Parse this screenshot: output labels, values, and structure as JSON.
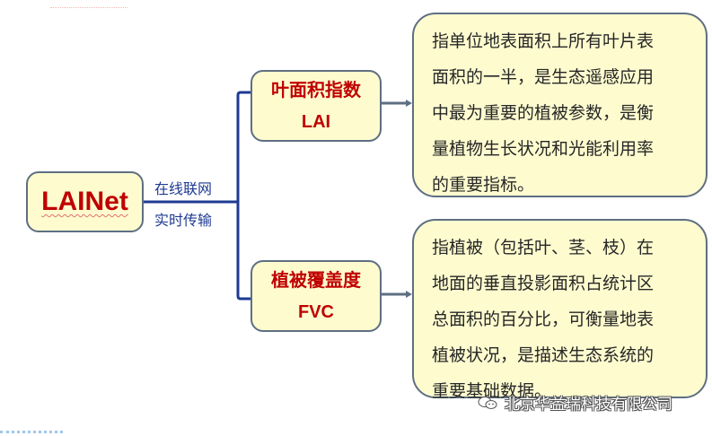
{
  "root": {
    "label": "LAINet"
  },
  "connector": {
    "label_top": "在线联网",
    "label_bottom": "实时传输"
  },
  "branches": [
    {
      "title": "叶面积指数",
      "abbr": "LAI",
      "description_lines": [
        "指单位地表面积上所有叶片表",
        "面积的一半，是生态遥感应用",
        "中最为重要的植被参数，是衡",
        "量植物生长状况和光能利用率",
        "的重要指标。"
      ]
    },
    {
      "title": "植被覆盖度",
      "abbr": "FVC",
      "description_lines": [
        "指植被（包括叶、茎、枝）在",
        "地面的垂直投影面积占统计区",
        "总面积的百分比，可衡量地表",
        "植被状况，是描述生态系统的",
        "重要基础数据。"
      ]
    }
  ],
  "watermark": {
    "text": "北京华益瑞科技有限公司",
    "icon": "wechat-icon"
  },
  "colors": {
    "box_fill": "#fefccf",
    "box_border": "#5e6f82",
    "title_red": "#c00000",
    "connector_blue": "#1f3a93",
    "arrow_gray": "#5e6f82"
  }
}
